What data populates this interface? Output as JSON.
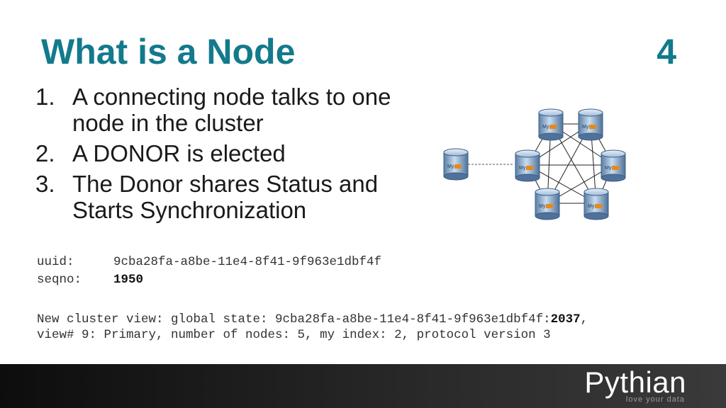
{
  "slide": {
    "title": "What is a Node",
    "number": "4"
  },
  "points": [
    {
      "num": "1.",
      "text": "A connecting node talks to one node in the cluster"
    },
    {
      "num": "2.",
      "text": "A DONOR is elected"
    },
    {
      "num": "3.",
      "text": "The Donor shares Status and Starts Synchronization"
    }
  ],
  "status": {
    "uuid_label": "uuid:",
    "uuid_value": "9cba28fa-a8be-11e4-8f41-9f963e1dbf4f",
    "seqno_label": "seqno:",
    "seqno_value": "1950"
  },
  "log": {
    "line1_prefix": "New cluster view: global state: 9cba28fa-a8be-11e4-8f41-9f963e1dbf4f:",
    "line1_seq": "2037",
    "line1_suffix": ",",
    "line2": "view# 9: Primary, number of nodes: 5, my index: 2, protocol version 3"
  },
  "diagram": {
    "db_label": "My",
    "icon": "database-icon"
  },
  "footer": {
    "brand": "Pythian",
    "tagline": "love your data"
  }
}
